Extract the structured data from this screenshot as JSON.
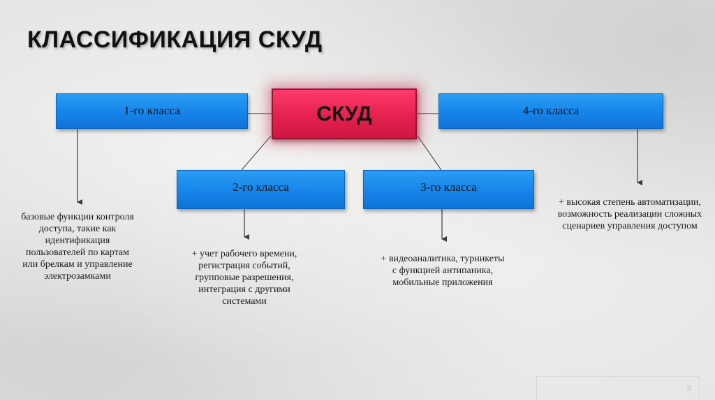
{
  "title": "КЛАССИФИКАЦИЯ СКУД",
  "center": {
    "label": "СКУД",
    "color": "#e4214f"
  },
  "classes": [
    {
      "label": "1-го класса",
      "description": "базовые функции контроля доступа, такие как идентификация пользователей по картам или брелкам и управление электрозамками"
    },
    {
      "label": "2-го класса",
      "description": "+ учет рабочего времени, регистрация событий, групповые разрешения, интеграция с другими системами"
    },
    {
      "label": "3-го класса",
      "description": "+ видеоаналитика, турникеты с функцией антипаника, мобильные приложения"
    },
    {
      "label": "4-го класса",
      "description": "+ высокая степень автоматизации, возможность реализации сложных сценариев управления доступом"
    }
  ],
  "colors": {
    "class_box": "#1684ea",
    "connector": "#3a3a3a"
  },
  "page_number": "8"
}
